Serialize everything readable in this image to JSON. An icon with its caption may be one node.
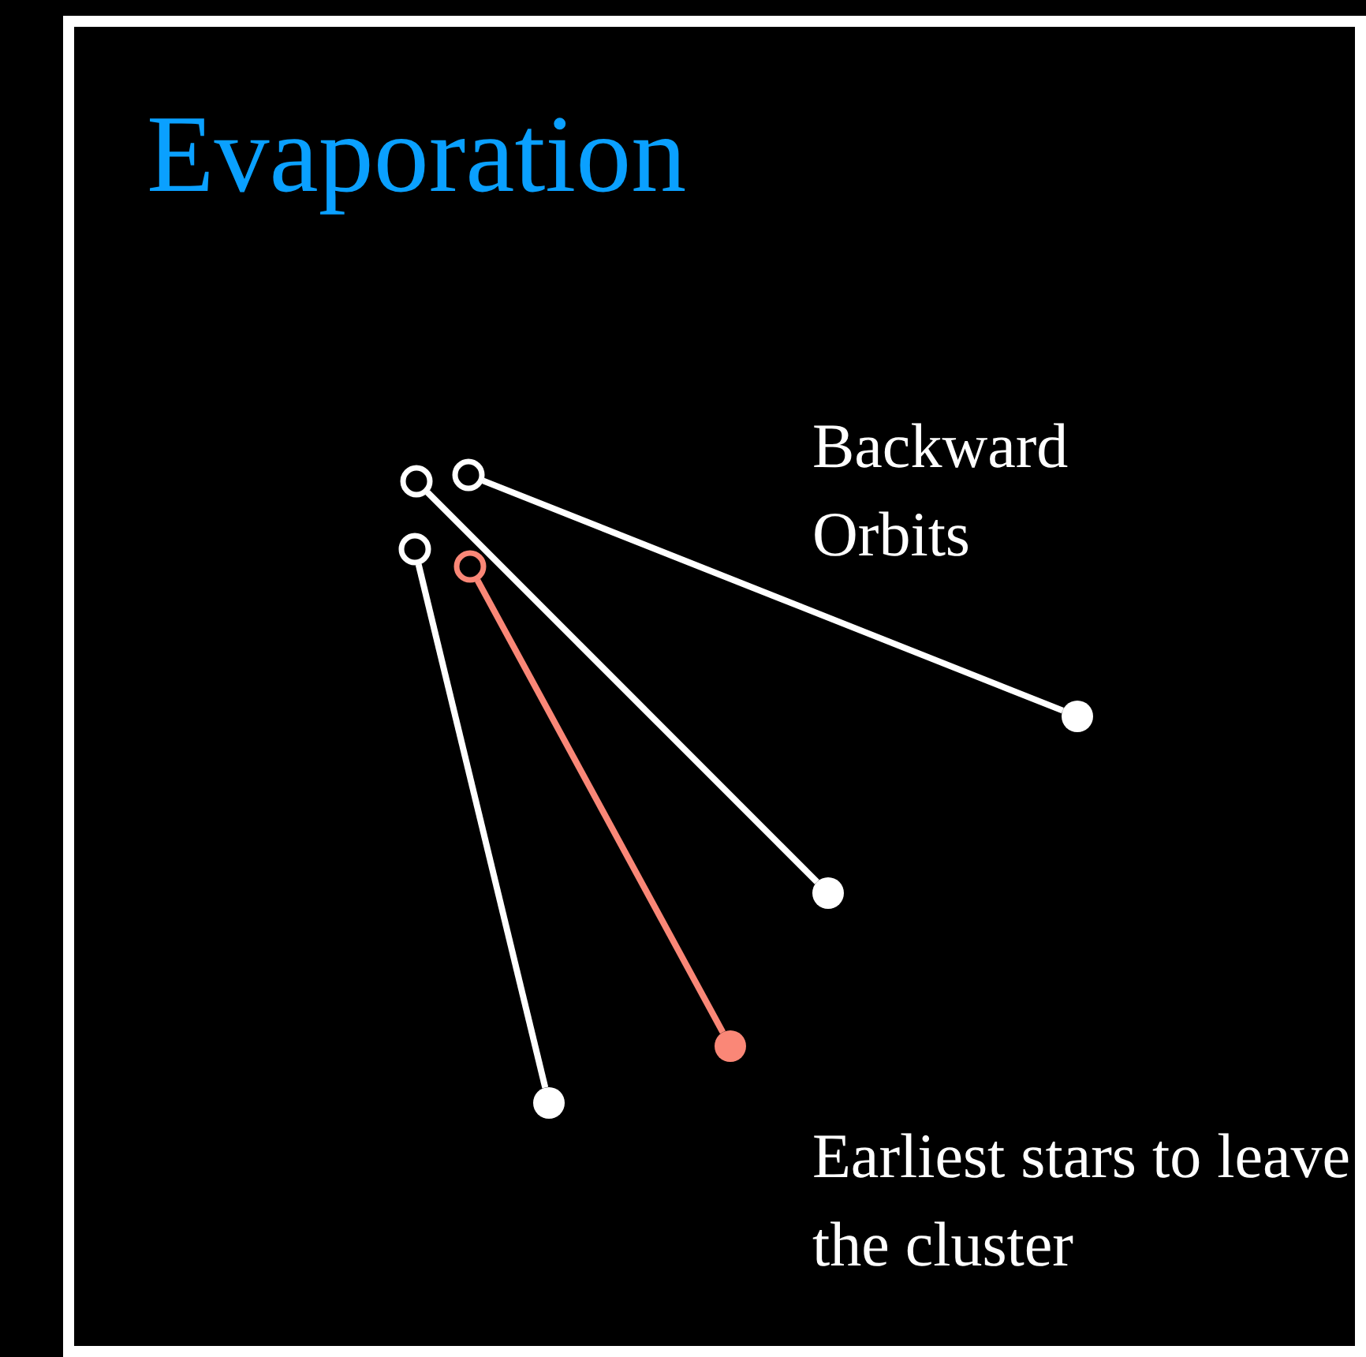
{
  "diagram": {
    "title": "Evaporation",
    "nodes": [
      {
        "text": [],
        "shape": "circle"
      },
      {
        "text": [],
        "shape": "circle"
      },
      {
        "text": [],
        "shape": "circle"
      },
      {
        "text": [],
        "shape": "circle"
      },
      {
        "text": [],
        "shape": "dot"
      },
      {
        "text": [],
        "shape": "dot"
      },
      {
        "text": [],
        "shape": "dot"
      },
      {
        "text": [],
        "shape": "dot"
      }
    ],
    "edges": [
      {
        "from": 0,
        "to": 4,
        "arrow": "none"
      },
      {
        "from": 1,
        "to": 5,
        "arrow": "none"
      },
      {
        "from": 2,
        "to": 7,
        "arrow": "none"
      },
      {
        "from": 3,
        "to": 6,
        "arrow": "none",
        "color": "#fa8777"
      }
    ],
    "labels": [
      "Backward Orbits",
      "Earliest stars to leave the cluster"
    ]
  }
}
